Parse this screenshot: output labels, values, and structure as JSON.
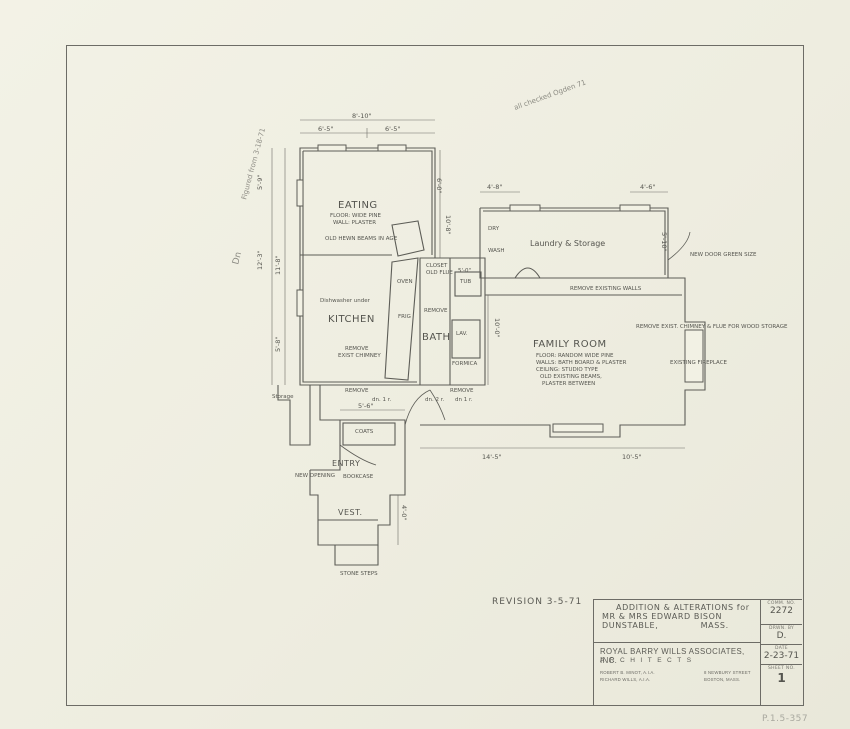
{
  "rooms": {
    "eating": "EATING",
    "eating_note1": "FLOOR: WIDE PINE",
    "eating_note2": "WALL: PLASTER",
    "eating_note3": "OLD HEWN BEAMS IN AGE",
    "kitchen": "KITCHEN",
    "kitchen_note1": "REMOVE",
    "kitchen_note2": "EXIST CHIMNEY",
    "bath": "BATH",
    "family": "FAMILY ROOM",
    "family_note1": "FLOOR: RANDOM WIDE PINE",
    "family_note2": "WALLS: BATH BOARD & PLASTER",
    "family_note3": "CEILING: STUDIO TYPE",
    "family_note4": "OLD EXISTING BEAMS,",
    "family_note5": "PLASTER BETWEEN",
    "laundry": "Laundry & Storage",
    "entry": "ENTRY",
    "vest": "VEST.",
    "coats": "COATS",
    "storage": "Storage"
  },
  "notes": {
    "dishwasher": "Dishwasher under",
    "remove_wall": "REMOVE EXISTING WALLS",
    "remove": "REMOVE",
    "remove_bath": "REMOVE",
    "remove_bottom": "REMOVE",
    "remove_chimney_right": "REMOVE EXIST. CHIMNEY & FLUE FOR WOOD STORAGE",
    "existing_fireplace": "EXISTING FIREPLACE",
    "new_door": "NEW DOOR GREEN SIZE",
    "closet": "CLOSET",
    "old_flue": "OLD FLUE",
    "tub": "TUB",
    "lav": "LAV.",
    "formica": "FORMICA",
    "dn_1r_a": "dn. 1 r.",
    "dn_2r": "dn. 2 r.",
    "dn_1r_b": "dn 1 r.",
    "stone_steps": "STONE STEPS",
    "dry": "DRY",
    "wash": "WASH",
    "oven": "OVEN",
    "frig": "FRIG",
    "new_opening": "NEW OPENING",
    "bookcase": "BOOKCASE",
    "dimension_5_0": "5'-0\""
  },
  "dimensions": {
    "top_total": "8'-10\"",
    "top_left": "6'-5\"",
    "top_right": "6'-5\"",
    "left_a": "5'-9\"",
    "left_b": "12'-3\"",
    "left_c": "11'-8\"",
    "left_d": "5'-8\"",
    "mid_a": "6'-0\"",
    "mid_b": "10'-8\"",
    "laundry_left": "4'-8\"",
    "laundry_right": "4'-6\"",
    "laundry_side": "5'-10\"",
    "family_side": "10'-0\"",
    "bottom_left": "14'-5\"",
    "bottom_right": "10'-5\"",
    "entry_top": "5'-6\"",
    "vest_side": "4'-0\""
  },
  "pencil_notes": {
    "left_top": "Figured from 3-18-71",
    "left_mid": "Dn",
    "top_right": "all checked Ogden 71"
  },
  "revision": "REVISION 3-5-71",
  "title_block": {
    "project_line1": "ADDITION & ALTERATIONS for",
    "project_line2": "MR & MRS EDWARD BISON",
    "project_line3": "DUNSTABLE,",
    "project_line3b": "MASS.",
    "firm": "ROYAL BARRY WILLS ASSOCIATES, INC.",
    "architects": "ARCHITECTS",
    "partner1": "ROBERT B. MINOT, A.I.A.",
    "partner2": "RICHARD WILLS, A.I.A.",
    "address1": "8 NEWBURY STREET",
    "address2": "BOSTON, MASS.",
    "comm_no_label": "COMM. NO.",
    "comm_no": "2272",
    "drwn_by_label": "DRWN. BY",
    "drwn_by": "D.",
    "date_label": "DATE",
    "date": "2-23-71",
    "sheet_label": "SHEET NO.",
    "sheet": "1"
  },
  "archive_stamp": "P.1.5-357"
}
